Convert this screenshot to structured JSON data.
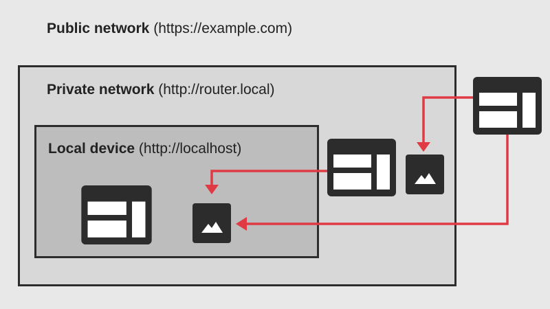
{
  "zones": {
    "public": {
      "name": "Public network",
      "url": "(https://example.com)"
    },
    "private": {
      "name": "Private network",
      "url": "(http://router.local)"
    },
    "local": {
      "name": "Local device",
      "url": "(http://localhost)"
    }
  },
  "icons": {
    "page": "webpage-icon",
    "image": "image-icon"
  },
  "colors": {
    "arrow": "#e03a45",
    "icon": "#2c2c2c",
    "public_bg": "#e8e8e8",
    "private_bg": "#d8d8d8",
    "local_bg": "#bdbdbd"
  }
}
